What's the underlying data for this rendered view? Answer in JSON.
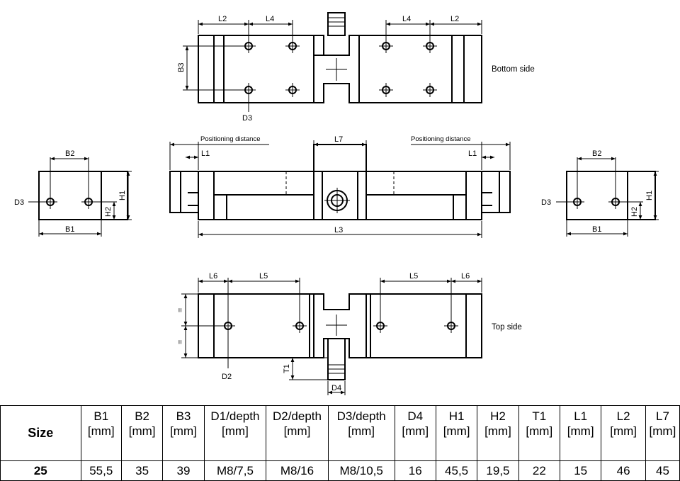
{
  "views": {
    "bottom_side": "Bottom side",
    "top_side": "Top side",
    "positioning_left": "Positioning distance",
    "positioning_right": "Positioning distance"
  },
  "dims": {
    "L2": "L2",
    "L4": "L4",
    "B3": "B3",
    "D3": "D3",
    "L1": "L1",
    "L7": "L7",
    "L3": "L3",
    "B1": "B1",
    "B2": "B2",
    "H1": "H1",
    "H2": "H2",
    "L5": "L5",
    "L6": "L6",
    "D2": "D2",
    "D4": "D4",
    "T1": "T1",
    "eq": "="
  },
  "table": {
    "headers": [
      {
        "name": "Size",
        "unit": ""
      },
      {
        "name": "B1",
        "unit": "[mm]"
      },
      {
        "name": "B2",
        "unit": "[mm]"
      },
      {
        "name": "B3",
        "unit": "[mm]"
      },
      {
        "name": "D1/depth",
        "unit": "[mm]"
      },
      {
        "name": "D2/depth",
        "unit": "[mm]"
      },
      {
        "name": "D3/depth",
        "unit": "[mm]"
      },
      {
        "name": "D4",
        "unit": "[mm]"
      },
      {
        "name": "H1",
        "unit": "[mm]"
      },
      {
        "name": "H2",
        "unit": "[mm]"
      },
      {
        "name": "T1",
        "unit": "[mm]"
      },
      {
        "name": "L1",
        "unit": "[mm]"
      },
      {
        "name": "L2",
        "unit": "[mm]"
      },
      {
        "name": "L7",
        "unit": "[mm]"
      }
    ],
    "row": [
      "25",
      "55,5",
      "35",
      "39",
      "M8/7,5",
      "M8/16",
      "M8/10,5",
      "16",
      "45,5",
      "19,5",
      "22",
      "15",
      "46",
      "45"
    ]
  }
}
